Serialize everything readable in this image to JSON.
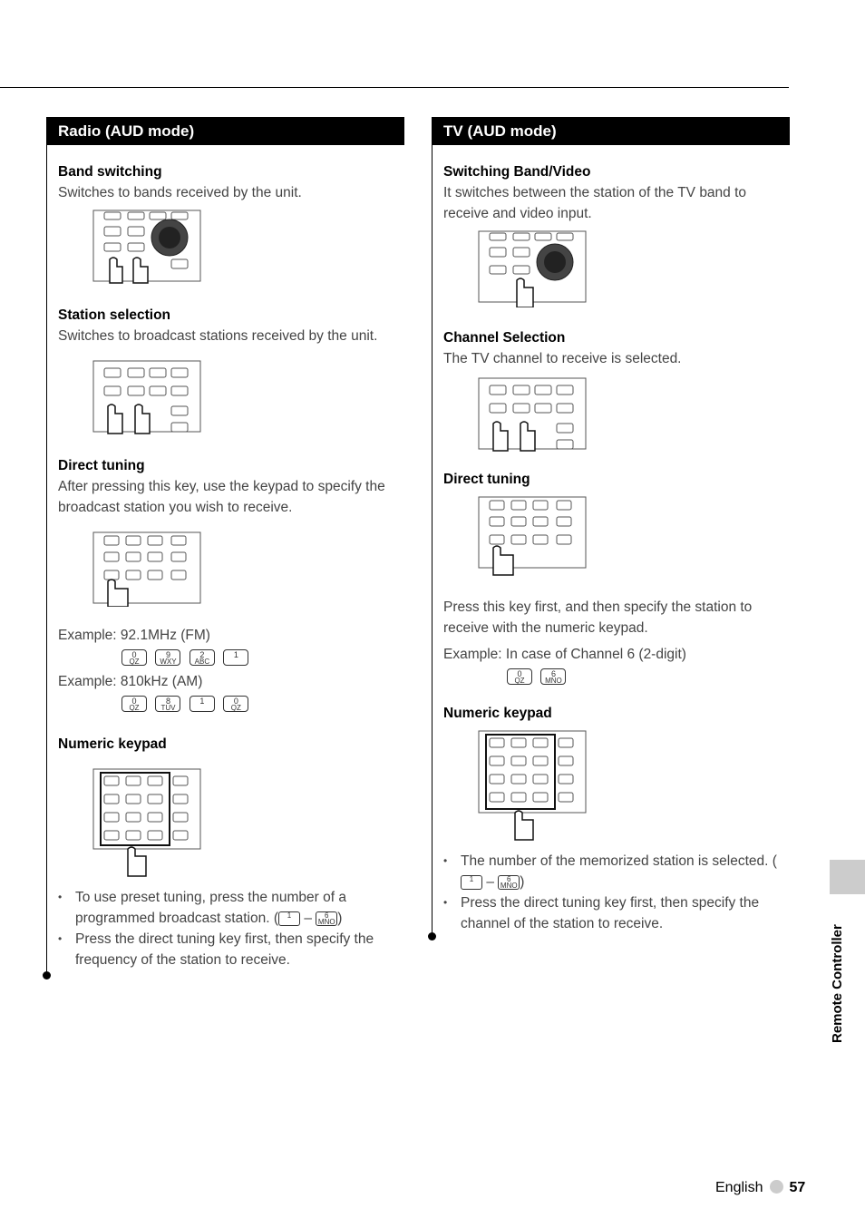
{
  "radio": {
    "title": "Radio (AUD mode)",
    "band_heading": "Band switching",
    "band_text": "Switches to bands received by the unit.",
    "station_heading": "Station selection",
    "station_text": "Switches to broadcast stations received by the unit.",
    "direct_heading": "Direct tuning",
    "direct_text": "After pressing this key, use the keypad to specify the broadcast station you wish to receive.",
    "example_fm": "Example: 92.1MHz (FM)",
    "example_am": "Example: 810kHz (AM)",
    "keypad_heading": "Numeric keypad",
    "bullet1_a": "To use preset tuning, press the number of a programmed broadcast station. (",
    "bullet1_b": ")",
    "bullet2": "Press the direct tuning key first, then specify the frequency of the station to receive."
  },
  "tv": {
    "title": "TV (AUD mode)",
    "band_heading": "Switching Band/Video",
    "band_text": "It switches between the station of the TV band to receive and video input.",
    "channel_heading": "Channel Selection",
    "channel_text": "The TV channel to receive is selected.",
    "direct_heading": "Direct tuning",
    "direct_text": "Press this key first, and then specify the station to receive with the numeric keypad.",
    "example": "Example: In case of Channel 6 (2-digit)",
    "keypad_heading": "Numeric keypad",
    "bullet1_a": "The number of the memorized station is selected. (",
    "bullet1_b": ")",
    "bullet2": "Press the direct tuning key first, then specify the channel of the station to receive."
  },
  "keys": {
    "k0": "0",
    "k0_sub": "QZ",
    "k9": "9",
    "k9_sub": "WXY",
    "k2": "2",
    "k2_sub": "ABC",
    "k1": "1",
    "k8": "8",
    "k8_sub": "TUV",
    "k6": "6",
    "k6_sub": "MNO",
    "dash": "–"
  },
  "side_label": "Remote Controller",
  "footer": {
    "language": "English",
    "page": "57"
  }
}
